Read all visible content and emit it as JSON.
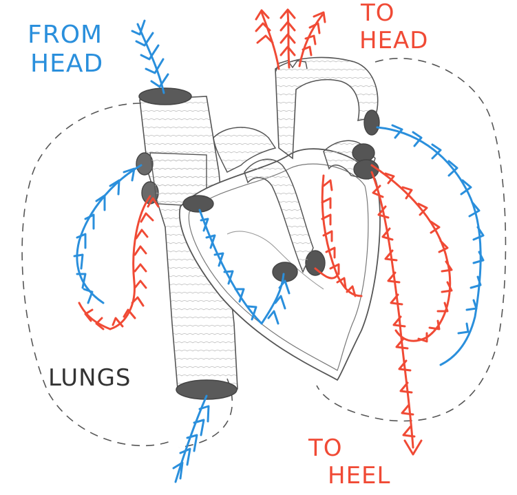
{
  "labels": {
    "from_head": [
      "FROM",
      "HEAD"
    ],
    "to_head": [
      "TO",
      "HEAD"
    ],
    "lungs": "LUNGS",
    "to_heel": [
      "TO",
      "HEEL"
    ]
  },
  "colors": {
    "deoxygenated": "#2a8fdc",
    "oxygenated": "#f04a35",
    "outline": "#555555",
    "label_text": "#333333"
  }
}
